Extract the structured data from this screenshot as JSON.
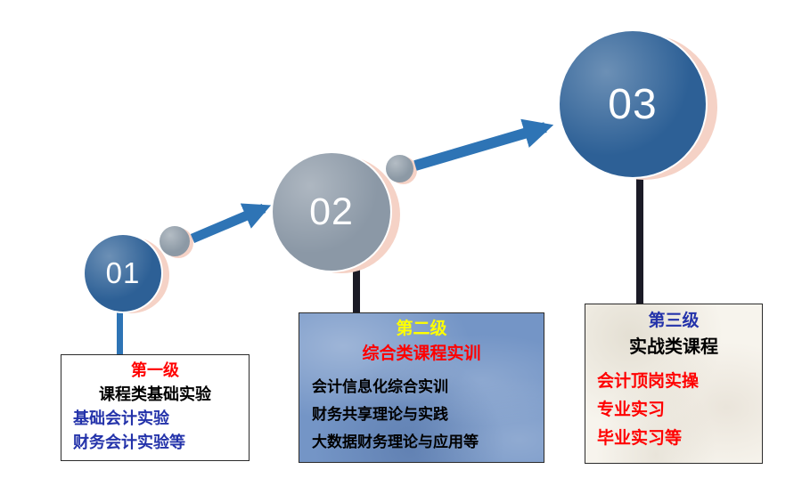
{
  "diagram": {
    "steps": [
      {
        "number": "01",
        "circle_color": "#2d6096",
        "stem_color": "#2e74b5",
        "box": {
          "bg": "#ffffff",
          "lines": [
            {
              "text": "第一级",
              "color": "#ff0000"
            },
            {
              "text": "课程类基础实验",
              "color": "#000000"
            },
            {
              "text": "基础会计实验",
              "color": "#2433aa"
            },
            {
              "text": "财务会计实验等",
              "color": "#2433aa"
            }
          ]
        }
      },
      {
        "number": "02",
        "circle_color": "#8b98a6",
        "stem_color": "#1b1b26",
        "box": {
          "bg": "#7495c6",
          "lines": [
            {
              "text": "第二级",
              "color": "#ffff00"
            },
            {
              "text": "综合类课程实训",
              "color": "#ff0000"
            },
            {
              "text": "会计信息化综合实训",
              "color": "#000000"
            },
            {
              "text": "财务共享理论与实践",
              "color": "#000000"
            },
            {
              "text": "大数据财务理论与应用等",
              "color": "#000000"
            }
          ]
        }
      },
      {
        "number": "03",
        "circle_color": "#2d6096",
        "stem_color": "#1b1b26",
        "box": {
          "bg": "#f7f4ed",
          "lines": [
            {
              "text": "第三级",
              "color": "#2433aa"
            },
            {
              "text": "实战类课程",
              "color": "#000000"
            },
            {
              "text": "会计顶岗实操",
              "color": "#ff0000"
            },
            {
              "text": "专业实习",
              "color": "#ff0000"
            },
            {
              "text": "毕业实习等",
              "color": "#ff0000"
            }
          ]
        }
      }
    ],
    "accent": {
      "arrow_color": "#2e74b5",
      "connector_dot_color": "#8c99a5",
      "shadow_color": "#f5d2c6",
      "background": "#ffffff"
    }
  }
}
